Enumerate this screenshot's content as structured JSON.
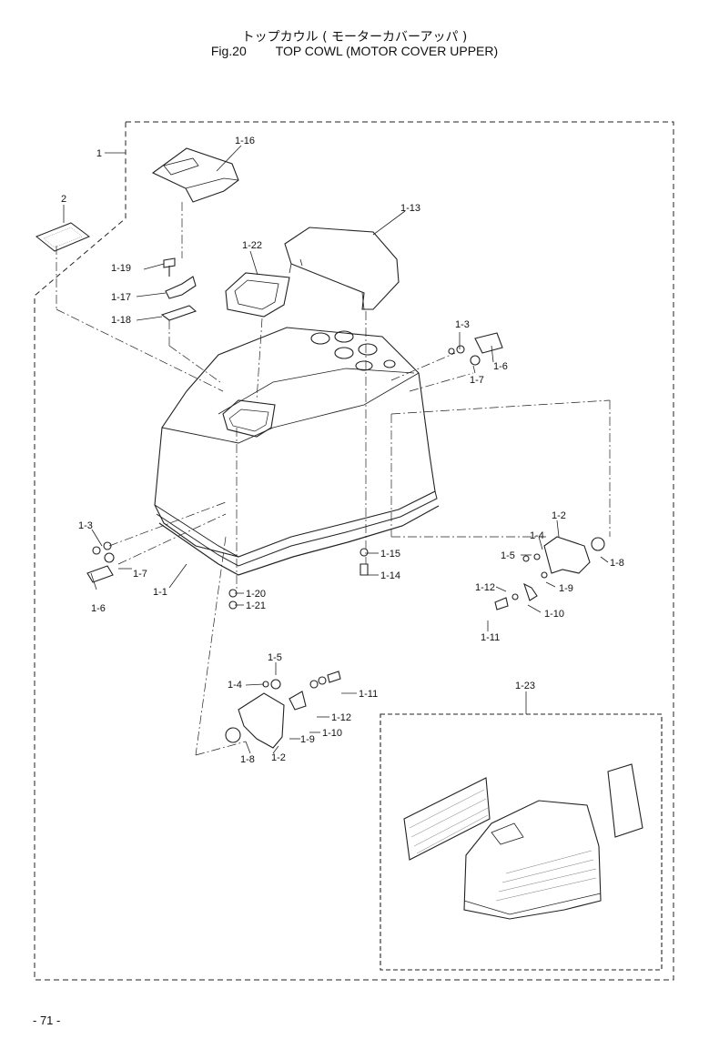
{
  "header": {
    "title_jp": "トップカウル ( モーターカバーアッパ )",
    "fig_no": "Fig.20",
    "title_en": "TOP COWL (MOTOR COVER UPPER)"
  },
  "callouts": {
    "p1": "1",
    "p2": "2",
    "p1_16": "1-16",
    "p1_13": "1-13",
    "p1_22": "1-22",
    "p1_19": "1-19",
    "p1_17": "1-17",
    "p1_18": "1-18",
    "p1_3a": "1-3",
    "p1_6a": "1-6",
    "p1_7a": "1-7",
    "p1_3b": "1-3",
    "p1_7b": "1-7",
    "p1_6b": "1-6",
    "p1_1": "1-1",
    "p1_15": "1-15",
    "p1_14": "1-14",
    "p1_20": "1-20",
    "p1_21": "1-21",
    "p1_2a": "1-2",
    "p1_4a": "1-4",
    "p1_5a": "1-5",
    "p1_8a": "1-8",
    "p1_9a": "1-9",
    "p1_12a": "1-12",
    "p1_10a": "1-10",
    "p1_11a": "1-11",
    "p1_5b": "1-5",
    "p1_4b": "1-4",
    "p1_11b": "1-11",
    "p1_12b": "1-12",
    "p1_10b": "1-10",
    "p1_9b": "1-9",
    "p1_8b": "1-8",
    "p1_2b": "1-2",
    "p1_23": "1-23"
  },
  "footer": {
    "page_no": "- 71 -"
  }
}
